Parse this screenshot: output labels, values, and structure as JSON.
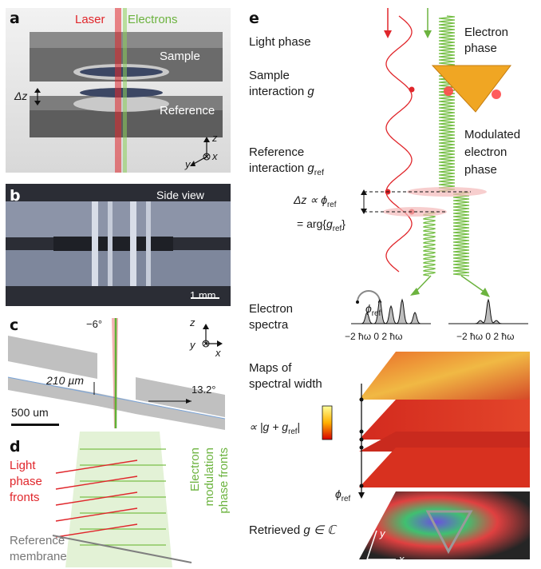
{
  "panel_a": {
    "label": "a",
    "laser": "Laser",
    "electrons": "Electrons",
    "sample": "Sample",
    "reference": "Reference",
    "delta_z": "Δz",
    "axis_z": "z",
    "axis_y": "y",
    "axis_x": "x"
  },
  "panel_b": {
    "label": "b",
    "side_view": "Side view",
    "scale": "1 mm"
  },
  "panel_c": {
    "label": "c",
    "angle_tilt": "−6°",
    "angle_membrane": "13.2°",
    "gap": "210 µm",
    "scale": "500 um",
    "axis_z": "z",
    "axis_y": "y",
    "axis_x": "x"
  },
  "panel_d": {
    "label": "d",
    "light_line1": "Light",
    "light_line2": "phase",
    "light_line3": "fronts",
    "electron_line1": "Electron",
    "electron_line2": "modulation",
    "electron_line3": "phase fronts",
    "ref_line1": "Reference",
    "ref_line2": "membrane"
  },
  "panel_e": {
    "label": "e",
    "light_phase": "Light phase",
    "electron_phase_1": "Electron",
    "electron_phase_2": "phase",
    "sample_1": "Sample",
    "sample_2": "interaction",
    "g": "g",
    "modulated_1": "Modulated",
    "modulated_2": "electron",
    "modulated_3": "phase",
    "reference_1": "Reference",
    "reference_2": "interaction",
    "g_ref_g": "g",
    "ref_sub": "ref",
    "delta_z_prop": "Δz ∝",
    "phi": "ϕ",
    "arg_eq": "= arg{",
    "arg_close": "}",
    "electron_spectra_1": "Electron",
    "electron_spectra_2": "spectra",
    "ticks_left": "−2 ħω  0  2 ħω",
    "ticks_right": "−2 ħω  0  2 ħω",
    "maps_1": "Maps of",
    "maps_2": "spectral width",
    "prop_label": "∝ |g + g",
    "prop_close": "|",
    "retrieved": "Retrieved",
    "retrieved_g": "g ∈ ℂ",
    "axis_x": "x",
    "axis_y": "y"
  },
  "colors": {
    "laser_red": "#e0262b",
    "electron_green": "#6cb33f",
    "triangle_gold": "#f0a623"
  }
}
